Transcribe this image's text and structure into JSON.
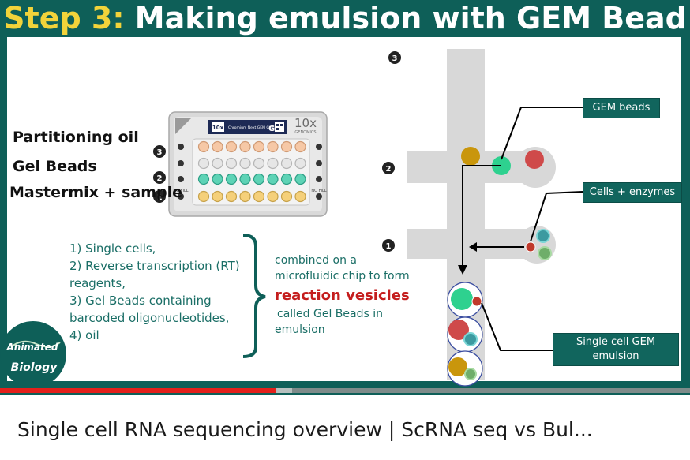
{
  "title": {
    "step": "Step 3:",
    "rest": "Making emulsion with GEM Bead"
  },
  "chip": {
    "brand": "10x",
    "brand_sub": "GENOMICS",
    "chip_label_small": "10x",
    "chip_name": "Chromium Next GEM Chip",
    "chip_letter": "G",
    "nofill": "NO FILL"
  },
  "left_labels": {
    "oil": "Partitioning oil",
    "beads": "Gel Beads",
    "mastermix": "Mastermix + sample"
  },
  "row_numbers": [
    "3",
    "2",
    "1"
  ],
  "list": [
    "1) Single cells,",
    "2) Reverse transcription (RT)",
    "reagents,",
    "3) Gel Beads containing",
    "barcoded oligonucleotides,",
    "4) oil"
  ],
  "description": {
    "line1": "combined on a",
    "line2": "microfluidic chip to form",
    "highlight": "reaction vesicles",
    "line3": "called Gel Beads in",
    "line4": "emulsion"
  },
  "callouts": {
    "gem_beads": "GEM beads",
    "cells_enzymes": "Cells + enzymes",
    "single_cell_gem": [
      "Single cell GEM",
      "emulsion"
    ]
  },
  "logo": {
    "line1": "Animated",
    "line2": "Biology"
  },
  "video": {
    "title": "Single cell RNA sequencing overview | ScRNA seq vs Bul...",
    "progress": 0.4
  },
  "colors": {
    "frame": "#0e5f58",
    "title_accent": "#f2d33a",
    "teal_text": "#1a6e66",
    "gem_green": "#2ed18f",
    "bead_red": "#cf4a4a",
    "oil_gold": "#c9960c",
    "progress_red": "#e3201b"
  }
}
